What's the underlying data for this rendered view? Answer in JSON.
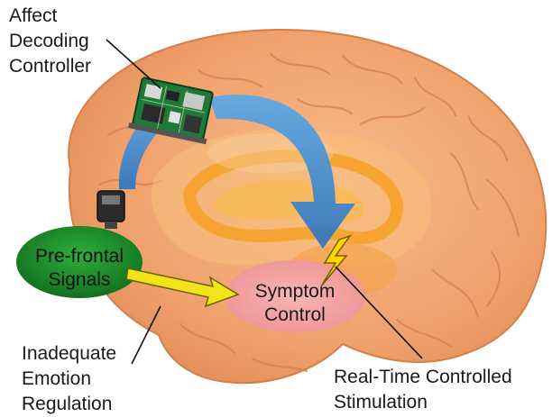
{
  "labels": {
    "affect": [
      "Affect",
      "Decoding",
      "Controller"
    ],
    "prefrontal": [
      "Pre-frontal",
      "Signals"
    ],
    "symptom": [
      "Symptom",
      "Control"
    ],
    "inadequate": [
      "Inadequate",
      "Emotion",
      "Regulation"
    ],
    "realtime": [
      "Real-Time Controlled",
      "Stimulation"
    ]
  },
  "colors": {
    "brain": "#f2a46e",
    "brain_light": "#f8c79e",
    "inner": "#f6a321",
    "arrow_blue": "#3f8bd0",
    "prefrontal_oval": "#1f8a2a",
    "symptom_oval": "#f2a0a4",
    "yellow_arrow": "#f0e000",
    "bolt": "#ffd800"
  },
  "icons": {
    "controller": "circuit-board-icon",
    "electrode": "electrode-icon",
    "bolt": "lightning-bolt-icon"
  }
}
